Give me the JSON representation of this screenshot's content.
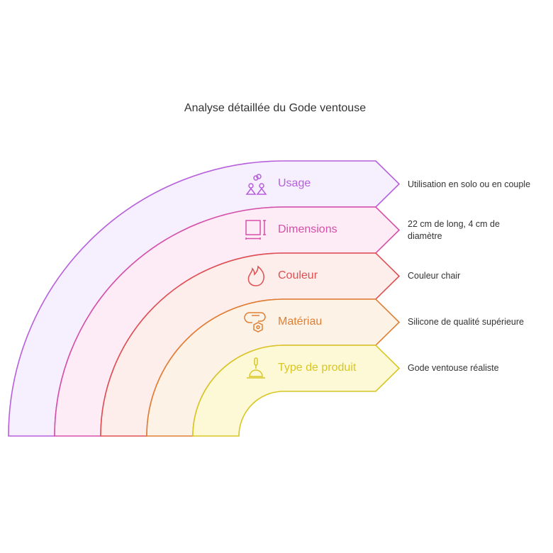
{
  "title": "Analyse détaillée du Gode ventouse",
  "items": [
    {
      "label": "Usage",
      "description": "Utilisation en solo ou en couple",
      "icon": "couple-icon",
      "stroke": "#b65fdc",
      "fill": "#f6effd"
    },
    {
      "label": "Dimensions",
      "description": "22 cm de long, 4 cm de diamètre",
      "icon": "dimensions-icon",
      "stroke": "#d74fa8",
      "fill": "#fdebf5"
    },
    {
      "label": "Couleur",
      "description": "Couleur chair",
      "icon": "flame-icon",
      "stroke": "#df4f52",
      "fill": "#fdeeec"
    },
    {
      "label": "Matériau",
      "description": "Silicone de qualité supérieure",
      "icon": "material-icon",
      "stroke": "#e07f34",
      "fill": "#fdf2e6"
    },
    {
      "label": "Type de produit",
      "description": "Gode ventouse réaliste",
      "icon": "product-icon",
      "stroke": "#d8c623",
      "fill": "#fdf9d6"
    }
  ]
}
